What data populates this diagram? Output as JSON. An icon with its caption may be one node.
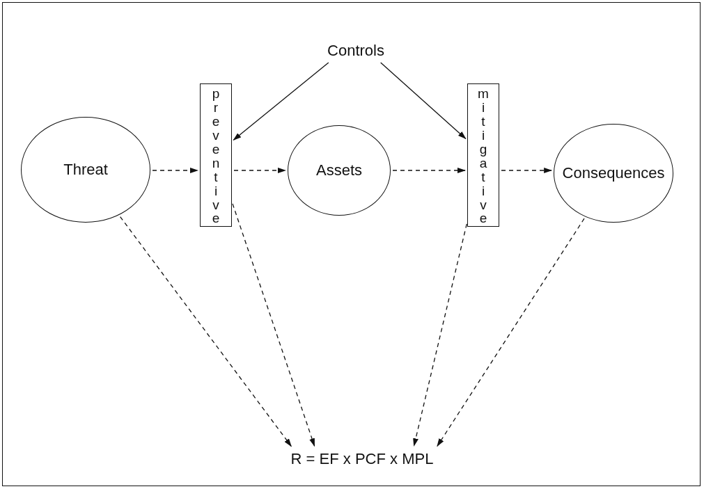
{
  "diagram": {
    "nodes": [
      {
        "text": [
          "Controls"
        ]
      },
      {
        "text": [
          "Threat"
        ]
      },
      {
        "text": [
          "preventive"
        ]
      },
      {
        "text": [
          "Assets"
        ]
      },
      {
        "text": [
          "mitigative"
        ]
      },
      {
        "text": [
          "Consequences"
        ]
      },
      {
        "text": [
          "R = EF x PCF x MPL"
        ]
      }
    ],
    "edges": [
      {
        "from": 0,
        "to": 2,
        "arrow": "to"
      },
      {
        "from": 0,
        "to": 4,
        "arrow": "to"
      },
      {
        "from": 1,
        "to": 2,
        "arrow": "to",
        "style": "dashed"
      },
      {
        "from": 2,
        "to": 3,
        "arrow": "to",
        "style": "dashed"
      },
      {
        "from": 3,
        "to": 4,
        "arrow": "to",
        "style": "dashed"
      },
      {
        "from": 4,
        "to": 5,
        "arrow": "to",
        "style": "dashed"
      },
      {
        "from": 1,
        "to": 6,
        "arrow": "to",
        "style": "dashed"
      },
      {
        "from": 2,
        "to": 6,
        "arrow": "to",
        "style": "dashed"
      },
      {
        "from": 4,
        "to": 6,
        "arrow": "to",
        "style": "dashed"
      },
      {
        "from": 5,
        "to": 6,
        "arrow": "to",
        "style": "dashed"
      }
    ]
  }
}
